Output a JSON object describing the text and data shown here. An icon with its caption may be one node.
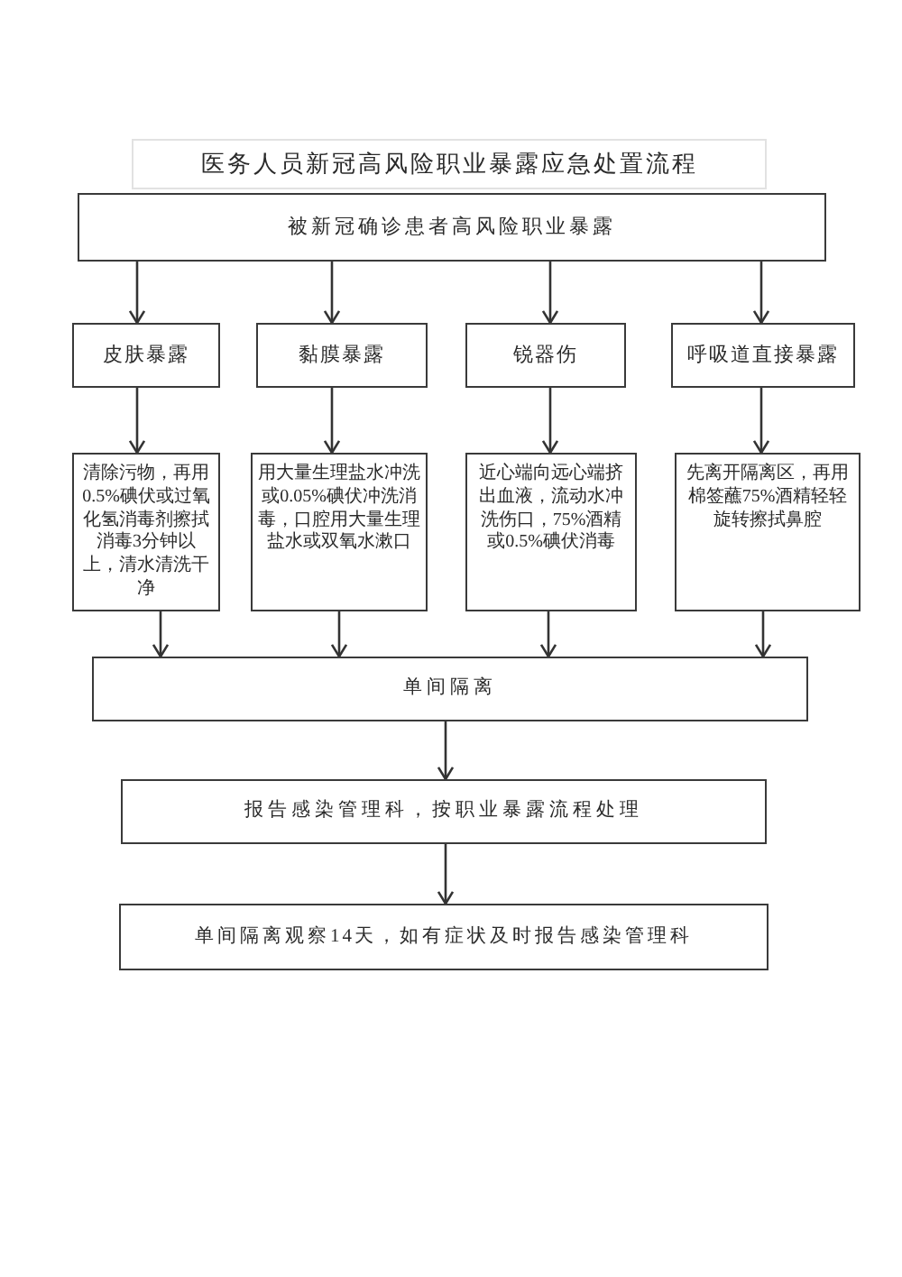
{
  "diagram": {
    "title": "医务人员新冠高风险职业暴露应急处置流程",
    "nodes": [
      {
        "text": [
          "被新冠确诊患者高风险职业暴露"
        ]
      },
      {
        "text": [
          "皮肤暴露"
        ]
      },
      {
        "text": [
          "黏膜暴露"
        ]
      },
      {
        "text": [
          "锐器伤"
        ]
      },
      {
        "text": [
          "呼吸道直接暴露"
        ]
      },
      {
        "text": [
          "清除污物，再用0.5%碘伏或过氧化氢消毒剂擦拭消毒3分钟以上，清水清洗干净"
        ]
      },
      {
        "text": [
          "用大量生理盐水冲洗或0.05%碘伏冲洗消毒，口腔用大量生理盐水或双氧水漱口"
        ]
      },
      {
        "text": [
          "近心端向远心端挤出血液，流动水冲洗伤口，75%酒精或0.5%碘伏消毒"
        ]
      },
      {
        "text": [
          "先离开隔离区，再用棉签蘸75%酒精轻轻旋转擦拭鼻腔"
        ]
      },
      {
        "text": [
          "单间隔离"
        ]
      },
      {
        "text": [
          "报告感染管理科，按职业暴露流程处理"
        ]
      },
      {
        "text": [
          "单间隔离观察14天，如有症状及时报告感染管理科"
        ]
      }
    ],
    "edges": [
      {
        "from": 0,
        "to": 1,
        "arrow": "to"
      },
      {
        "from": 0,
        "to": 2,
        "arrow": "to"
      },
      {
        "from": 0,
        "to": 3,
        "arrow": "to"
      },
      {
        "from": 0,
        "to": 4,
        "arrow": "to"
      },
      {
        "from": 1,
        "to": 5,
        "arrow": "to"
      },
      {
        "from": 2,
        "to": 6,
        "arrow": "to"
      },
      {
        "from": 3,
        "to": 7,
        "arrow": "to"
      },
      {
        "from": 4,
        "to": 8,
        "arrow": "to"
      },
      {
        "from": 5,
        "to": 9,
        "arrow": "to"
      },
      {
        "from": 6,
        "to": 9,
        "arrow": "to"
      },
      {
        "from": 7,
        "to": 9,
        "arrow": "to"
      },
      {
        "from": 8,
        "to": 9,
        "arrow": "to"
      },
      {
        "from": 9,
        "to": 10,
        "arrow": "to"
      },
      {
        "from": 10,
        "to": 11,
        "arrow": "to"
      }
    ]
  }
}
